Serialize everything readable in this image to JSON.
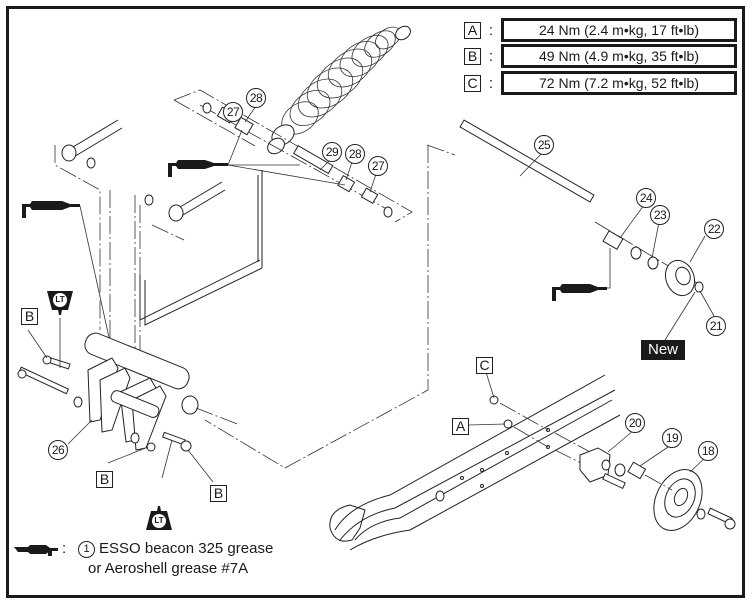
{
  "diagram": {
    "type": "exploded-parts-view",
    "subject": "Snowmobile rear suspension / shock absorber and idler wheel assembly"
  },
  "torque_specs": [
    {
      "letter": "A",
      "value": "24 Nm (2.4 m•kg, 17 ft•lb)"
    },
    {
      "letter": "B",
      "value": "49 Nm (4.9 m•kg, 35 ft•lb)"
    },
    {
      "letter": "C",
      "value": "72 Nm (7.2 m•kg, 52 ft•lb)"
    }
  ],
  "torque_separator": ":",
  "part_callouts": [
    {
      "id": "p27a",
      "number": "27"
    },
    {
      "id": "p28a",
      "number": "28"
    },
    {
      "id": "p29",
      "number": "29"
    },
    {
      "id": "p28b",
      "number": "28"
    },
    {
      "id": "p27b",
      "number": "27"
    },
    {
      "id": "p25",
      "number": "25"
    },
    {
      "id": "p24",
      "number": "24"
    },
    {
      "id": "p23",
      "number": "23"
    },
    {
      "id": "p22",
      "number": "22"
    },
    {
      "id": "p21",
      "number": "21"
    },
    {
      "id": "p26",
      "number": "26"
    },
    {
      "id": "p20",
      "number": "20"
    },
    {
      "id": "p19",
      "number": "19"
    },
    {
      "id": "p18",
      "number": "18"
    }
  ],
  "torque_refs": {
    "b_upper": "B",
    "b_lower_left": "B",
    "b_lower_right": "B",
    "c_slide": "C",
    "a_slide": "A"
  },
  "new_badge": "New",
  "locktite_label": "LT",
  "legend": {
    "icon": "grease-gun-icon",
    "separator": ":",
    "circled_number": "1",
    "line1": "ESSO beacon 325 grease",
    "line2": "or Aeroshell grease #7A"
  },
  "colors": {
    "ink": "#1a1a1a",
    "background": "#ffffff"
  }
}
